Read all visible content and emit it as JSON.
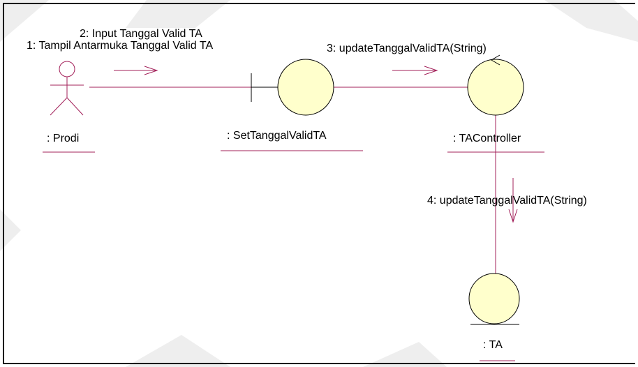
{
  "colors": {
    "line": "#a3215a",
    "object_fill": "#ffffcc",
    "stroke": "#000000",
    "watermark": "#e3e3e3"
  },
  "objects": {
    "actor": {
      "label": ": Prodi"
    },
    "boundary": {
      "label": ": SetTanggalValidTA"
    },
    "control": {
      "label": ": TAController"
    },
    "entity": {
      "label": ": TA"
    }
  },
  "messages": {
    "m1": "1: Tampil Antarmuka Tanggal Valid TA",
    "m2": "2: Input Tanggal Valid TA",
    "m3": "3: updateTanggalValidTA(String)",
    "m4": "4: updateTanggalValidTA(String)"
  }
}
